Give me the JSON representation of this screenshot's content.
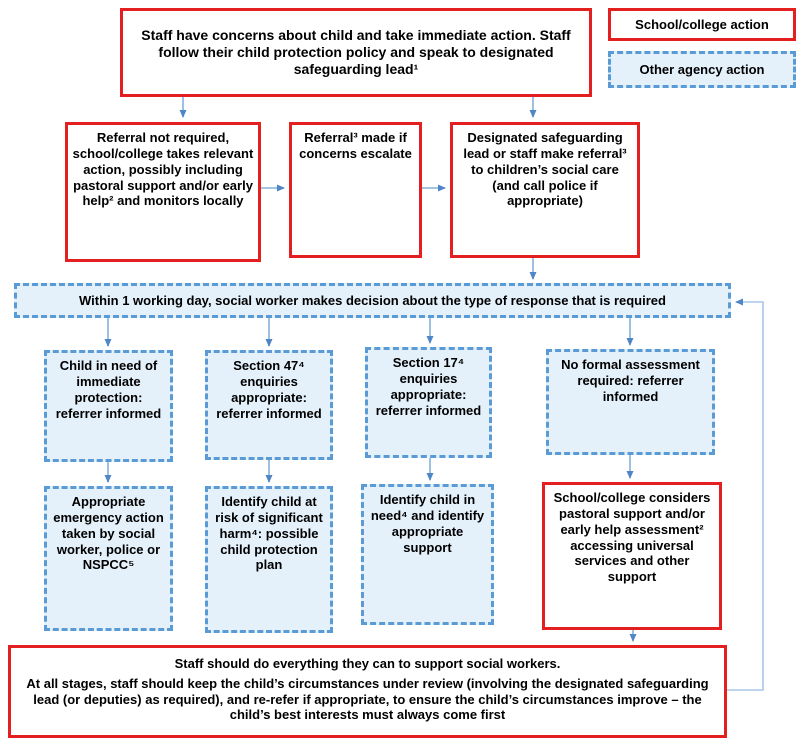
{
  "colors": {
    "action_border_red": "#e3201f",
    "agency_border_blue": "#5b9bd5",
    "agency_fill_light_blue": "#e4f1fb",
    "arrow_blue": "#5b9bd5",
    "loop_line_blue": "#9dc3e6"
  },
  "legend": {
    "school_action": "School/college action",
    "agency_action": "Other agency action"
  },
  "nodes": {
    "start": "Staff have concerns about child and take immediate action. Staff follow their child protection policy and speak to designated safeguarding lead¹",
    "no_referral": "Referral not required, school/college takes relevant action, possibly including pastoral support and/or early help² and monitors locally",
    "referral_escalate": "Referral³ made if concerns escalate",
    "dsl_referral": "Designated safeguarding lead or staff make referral³ to children’s social care (and call police if appropriate)",
    "decision": "Within 1 working day, social worker makes decision about the type of response that is required",
    "immediate_protection": "Child in need of immediate protection: referrer informed",
    "section_47": "Section 47⁴ enquiries appropriate: referrer informed",
    "section_17": "Section 17⁴ enquiries appropriate: referrer informed",
    "no_assessment": "No formal assessment required: referrer informed",
    "emergency_action": "Appropriate emergency action taken by social worker, police or NSPCC⁵",
    "significant_harm": "Identify child at risk of significant harm⁴: possible child protection plan",
    "child_in_need": "Identify child in need⁴ and identify appropriate support",
    "pastoral_support": "School/college considers pastoral support and/or early help assessment² accessing universal services and other support",
    "footer_line1": "Staff should do everything they can to support social workers.",
    "footer_line2": "At all stages, staff should keep the child’s circumstances under review (involving the designated safeguarding lead (or deputies) as required), and re-refer if appropriate, to ensure the child’s circumstances improve – the child’s best interests must always come first"
  }
}
